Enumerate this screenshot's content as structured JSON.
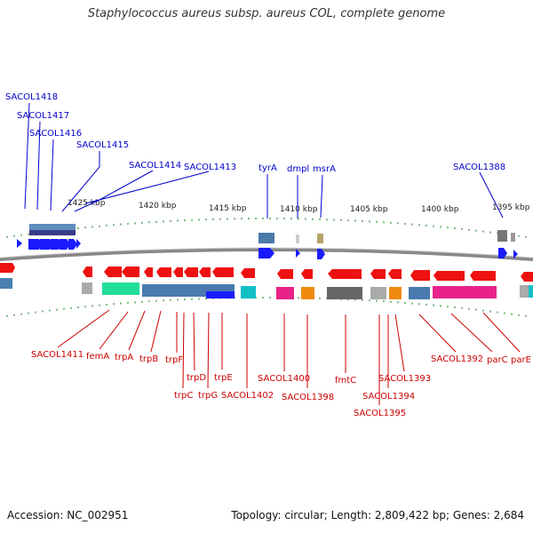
{
  "title": "Staphylococcus aureus subsp. aureus COL, complete genome",
  "footer": {
    "accession": "Accession: NC_002951",
    "summary": "Topology: circular; Length: 2,809,422 bp; Genes: 2,684"
  },
  "ticks": [
    "1425 kbp",
    "1420 kbp",
    "1415 kbp",
    "1410 kbp",
    "1405 kbp",
    "1400 kbp",
    "1395 kbp"
  ],
  "top_labels": [
    "SACOL1418",
    "SACOL1417",
    "SACOL1416",
    "SACOL1415",
    "SACOL1414",
    "SACOL1413",
    "tyrA",
    "dmpl",
    "msrA",
    "SACOL1388"
  ],
  "bottom_labels": [
    "SACOL1411",
    "femA",
    "trpA",
    "trpB",
    "trpF",
    "trpD",
    "trpC",
    "trpG",
    "trpE",
    "SACOL1402",
    "SACOL1400",
    "SACOL1398",
    "fmtC",
    "SACOL1395",
    "SACOL1394",
    "SACOL1393",
    "SACOL1392",
    "parC",
    "parE"
  ],
  "colors": {
    "top_label": "#0000cc",
    "bottom_label": "#cc0000",
    "forward_arrow": "#1a1aff",
    "reverse_arrow": "#ee1111",
    "tick": "#2a8a2a",
    "backbone": "#888888"
  }
}
